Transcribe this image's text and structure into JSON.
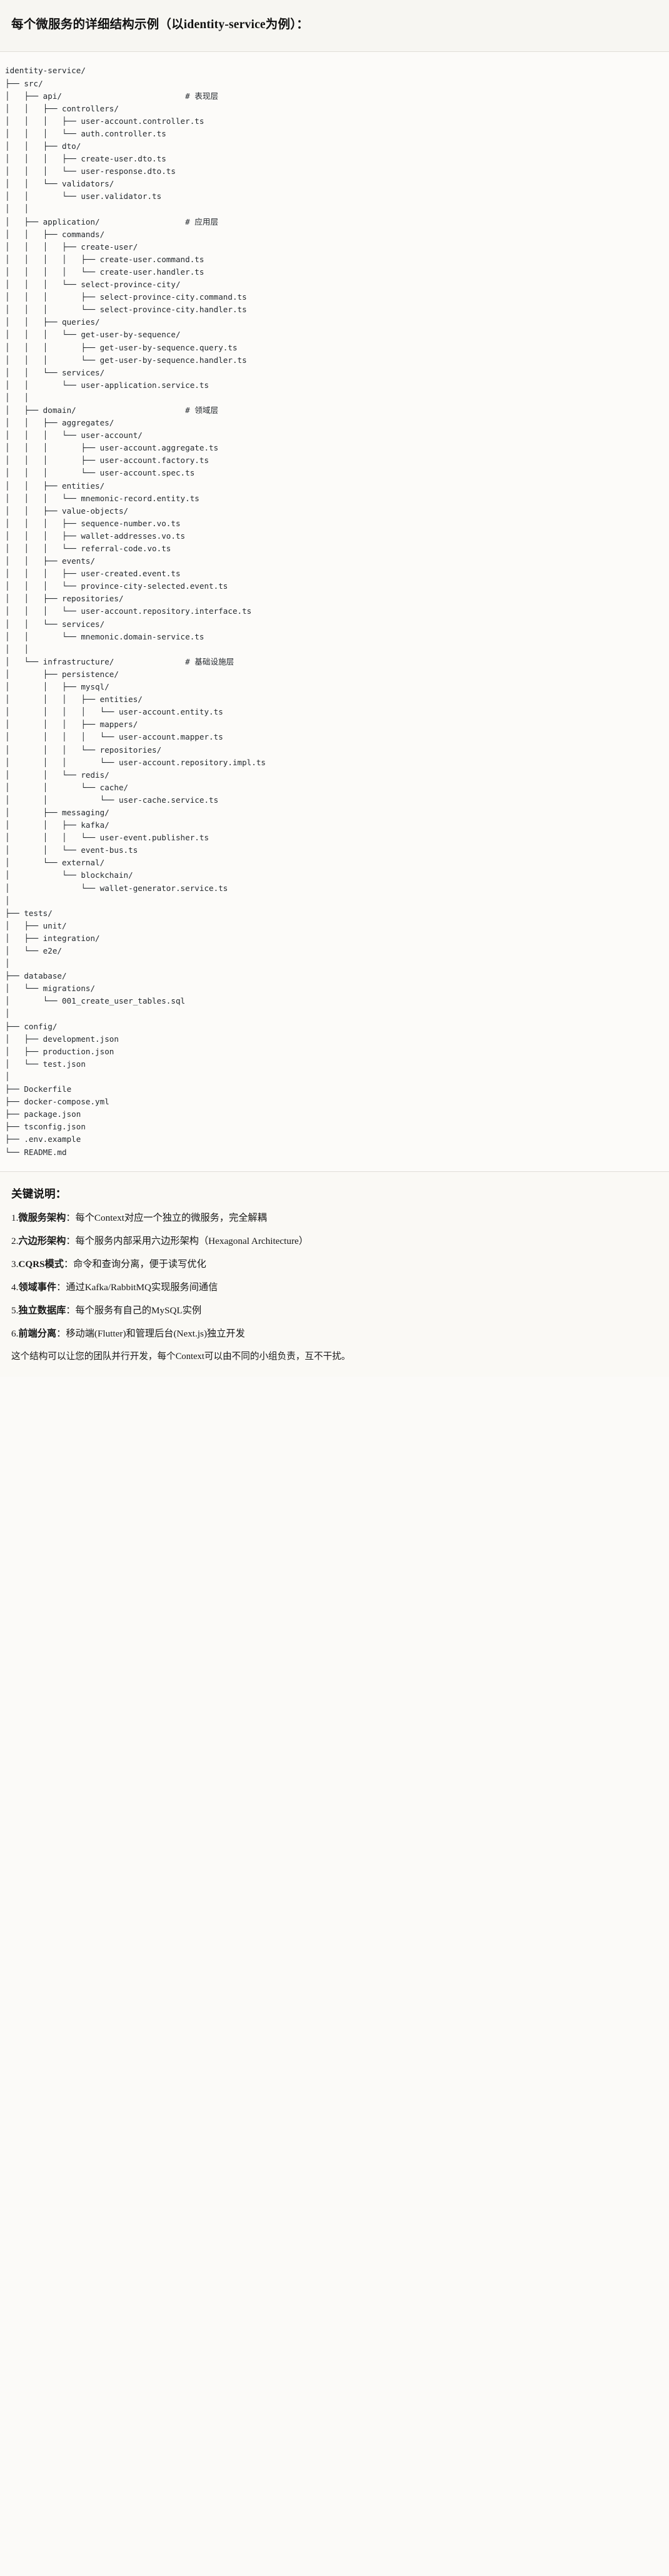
{
  "heading": {
    "text": "每个微服务的详细结构示例（以identity-service为例）："
  },
  "tree": {
    "text": "identity-service/\n├── src/\n│   ├── api/                          # 表现层\n│   │   ├── controllers/\n│   │   │   ├── user-account.controller.ts\n│   │   │   └── auth.controller.ts\n│   │   ├── dto/\n│   │   │   ├── create-user.dto.ts\n│   │   │   └── user-response.dto.ts\n│   │   └── validators/\n│   │       └── user.validator.ts\n│   │\n│   ├── application/                  # 应用层\n│   │   ├── commands/\n│   │   │   ├── create-user/\n│   │   │   │   ├── create-user.command.ts\n│   │   │   │   └── create-user.handler.ts\n│   │   │   └── select-province-city/\n│   │   │       ├── select-province-city.command.ts\n│   │   │       └── select-province-city.handler.ts\n│   │   ├── queries/\n│   │   │   └── get-user-by-sequence/\n│   │   │       ├── get-user-by-sequence.query.ts\n│   │   │       └── get-user-by-sequence.handler.ts\n│   │   └── services/\n│   │       └── user-application.service.ts\n│   │\n│   ├── domain/                       # 领域层\n│   │   ├── aggregates/\n│   │   │   └── user-account/\n│   │   │       ├── user-account.aggregate.ts\n│   │   │       ├── user-account.factory.ts\n│   │   │       └── user-account.spec.ts\n│   │   ├── entities/\n│   │   │   └── mnemonic-record.entity.ts\n│   │   ├── value-objects/\n│   │   │   ├── sequence-number.vo.ts\n│   │   │   ├── wallet-addresses.vo.ts\n│   │   │   └── referral-code.vo.ts\n│   │   ├── events/\n│   │   │   ├── user-created.event.ts\n│   │   │   └── province-city-selected.event.ts\n│   │   ├── repositories/\n│   │   │   └── user-account.repository.interface.ts\n│   │   └── services/\n│   │       └── mnemonic.domain-service.ts\n│   │\n│   └── infrastructure/               # 基础设施层\n│       ├── persistence/\n│       │   ├── mysql/\n│       │   │   ├── entities/\n│       │   │   │   └── user-account.entity.ts\n│       │   │   ├── mappers/\n│       │   │   │   └── user-account.mapper.ts\n│       │   │   └── repositories/\n│       │   │       └── user-account.repository.impl.ts\n│       │   └── redis/\n│       │       └── cache/\n│       │           └── user-cache.service.ts\n│       ├── messaging/\n│       │   ├── kafka/\n│       │   │   └── user-event.publisher.ts\n│       │   └── event-bus.ts\n│       └── external/\n│           └── blockchain/\n│               └── wallet-generator.service.ts\n│\n├── tests/\n│   ├── unit/\n│   ├── integration/\n│   └── e2e/\n│\n├── database/\n│   └── migrations/\n│       └── 001_create_user_tables.sql\n│\n├── config/\n│   ├── development.json\n│   ├── production.json\n│   └── test.json\n│\n├── Dockerfile\n├── docker-compose.yml\n├── package.json\n├── tsconfig.json\n├── .env.example\n└── README.md"
  },
  "notes": {
    "title": "关键说明：",
    "items": [
      {
        "num": "1.",
        "term": "微服务架构",
        "desc": "：每个Context对应一个独立的微服务，完全解耦"
      },
      {
        "num": "2.",
        "term": "六边形架构",
        "desc": "：每个服务内部采用六边形架构（Hexagonal Architecture）"
      },
      {
        "num": "3.",
        "term": "CQRS模式",
        "desc": "：命令和查询分离，便于读写优化"
      },
      {
        "num": "4.",
        "term": "领域事件",
        "desc": "：通过Kafka/RabbitMQ实现服务间通信"
      },
      {
        "num": "5.",
        "term": "独立数据库",
        "desc": "：每个服务有自己的MySQL实例"
      },
      {
        "num": "6.",
        "term": "前端分离",
        "desc": "：移动端(Flutter)和管理后台(Next.js)独立开发"
      }
    ],
    "closing": "这个结构可以让您的团队并行开发，每个Context可以由不同的小组负责，互不干扰。"
  },
  "colors": {
    "page_background": "#fbfaf8",
    "heading_background": "#f7f6f2",
    "code_background": "#fcfbf9",
    "notes_background": "#faf9f5",
    "text": "#1a1a1a",
    "code_text": "#24292e",
    "divider": "#e0ded8"
  }
}
